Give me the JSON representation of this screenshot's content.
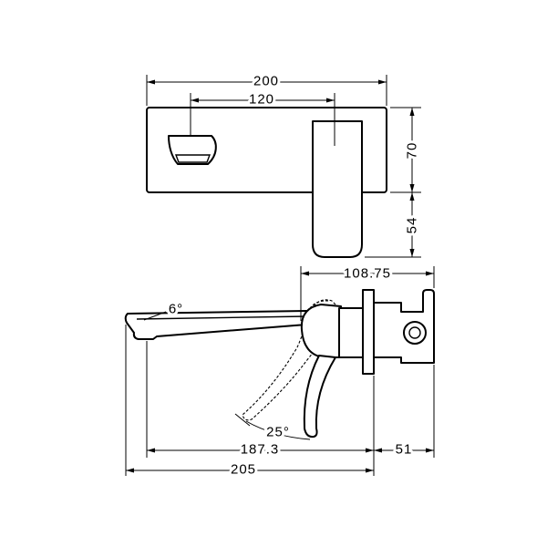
{
  "front_view": {
    "dim_overall_width": "200",
    "dim_centres": "120",
    "dim_plate_height": "70",
    "dim_handle_drop": "54"
  },
  "side_view": {
    "dim_handle_projection": "108.75",
    "angle_spout": "6°",
    "angle_handle": "25°",
    "dim_spout_reach": "187.3",
    "dim_body_depth": "51",
    "dim_overall_length": "205"
  },
  "colors": {
    "line": "#000000",
    "background": "#ffffff"
  }
}
